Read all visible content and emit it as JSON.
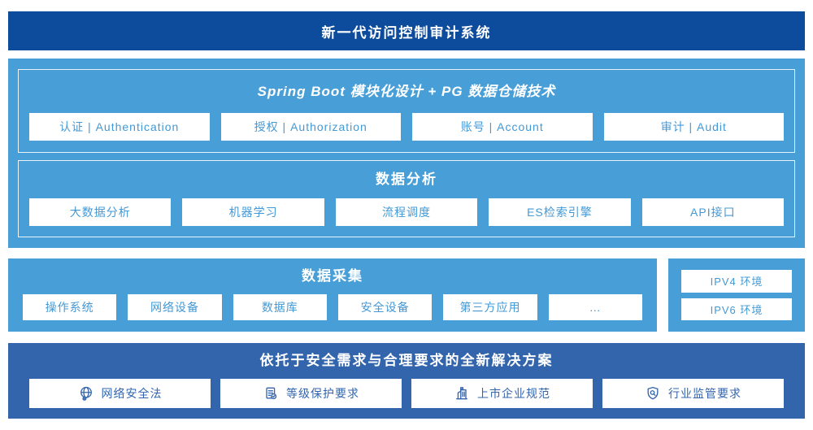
{
  "colors": {
    "banner_bg": "#0d4b9c",
    "light_section_bg": "#489fd8",
    "dark_section_bg": "#3365ad",
    "box_bg": "#ffffff",
    "light_box_text": "#4399d6",
    "dark_box_text": "#3365ad"
  },
  "banner": {
    "title": "新一代访问控制审计系统"
  },
  "platform": {
    "spring": {
      "title": "Spring Boot 模块化设计 + PG 数据仓储技术",
      "items": [
        "认证 | Authentication",
        "授权 | Authorization",
        "账号 | Account",
        "审计 | Audit"
      ]
    },
    "analysis": {
      "title": "数据分析",
      "items": [
        "大数据分析",
        "机器学习",
        "流程调度",
        "ES检索引擎",
        "API接口"
      ]
    }
  },
  "collection": {
    "title": "数据采集",
    "items": [
      "操作系统",
      "网络设备",
      "数据库",
      "安全设备",
      "第三方应用",
      "…"
    ]
  },
  "environments": {
    "items": [
      "IPV4 环境",
      "IPV6 环境"
    ]
  },
  "solution": {
    "title": "依托于安全需求与合理要求的全新解决方案",
    "items": [
      {
        "icon": "globe-pin-icon",
        "label": "网络安全法"
      },
      {
        "icon": "document-check-icon",
        "label": "等级保护要求"
      },
      {
        "icon": "building-flag-icon",
        "label": "上市企业规范"
      },
      {
        "icon": "shield-search-icon",
        "label": "行业监管要求"
      }
    ]
  }
}
